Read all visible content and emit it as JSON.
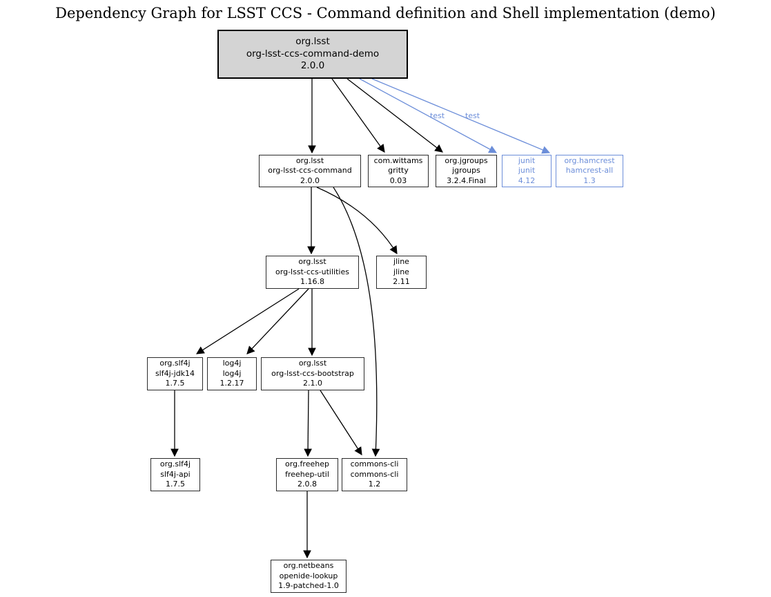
{
  "title": "Dependency Graph for LSST CCS - Command definition and Shell implementation (demo)",
  "colors": {
    "root_fill": "#d4d4d4",
    "node_border": "#2b2b2b",
    "edge": "#000000",
    "test_scope": "#6c8ed9"
  },
  "nodes": {
    "demo": {
      "group": "org.lsst",
      "artifact": "org-lsst-ccs-command-demo",
      "version": "2.0.0"
    },
    "command": {
      "group": "org.lsst",
      "artifact": "org-lsst-ccs-command",
      "version": "2.0.0"
    },
    "gritty": {
      "group": "com.wittams",
      "artifact": "gritty",
      "version": "0.03"
    },
    "jgroups": {
      "group": "org.jgroups",
      "artifact": "jgroups",
      "version": "3.2.4.Final"
    },
    "junit": {
      "group": "junit",
      "artifact": "junit",
      "version": "4.12"
    },
    "hamcrest": {
      "group": "org.hamcrest",
      "artifact": "hamcrest-all",
      "version": "1.3"
    },
    "utilities": {
      "group": "org.lsst",
      "artifact": "org-lsst-ccs-utilities",
      "version": "1.16.8"
    },
    "jline": {
      "group": "jline",
      "artifact": "jline",
      "version": "2.11"
    },
    "slf4j_jdk14": {
      "group": "org.slf4j",
      "artifact": "slf4j-jdk14",
      "version": "1.7.5"
    },
    "log4j": {
      "group": "log4j",
      "artifact": "log4j",
      "version": "1.2.17"
    },
    "bootstrap": {
      "group": "org.lsst",
      "artifact": "org-lsst-ccs-bootstrap",
      "version": "2.1.0"
    },
    "slf4j_api": {
      "group": "org.slf4j",
      "artifact": "slf4j-api",
      "version": "1.7.5"
    },
    "freehep": {
      "group": "org.freehep",
      "artifact": "freehep-util",
      "version": "2.0.8"
    },
    "commons_cli": {
      "group": "commons-cli",
      "artifact": "commons-cli",
      "version": "1.2"
    },
    "netbeans": {
      "group": "org.netbeans",
      "artifact": "openide-lookup",
      "version": "1.9-patched-1.0"
    }
  },
  "edges": [
    {
      "from": "org-lsst-ccs-command-demo",
      "to": "org-lsst-ccs-command"
    },
    {
      "from": "org-lsst-ccs-command-demo",
      "to": "gritty"
    },
    {
      "from": "org-lsst-ccs-command-demo",
      "to": "jgroups"
    },
    {
      "from": "org-lsst-ccs-command-demo",
      "to": "junit",
      "label": "test"
    },
    {
      "from": "org-lsst-ccs-command-demo",
      "to": "hamcrest-all",
      "label": "test"
    },
    {
      "from": "org-lsst-ccs-command",
      "to": "org-lsst-ccs-utilities"
    },
    {
      "from": "org-lsst-ccs-command",
      "to": "jline"
    },
    {
      "from": "org-lsst-ccs-command",
      "to": "commons-cli"
    },
    {
      "from": "org-lsst-ccs-utilities",
      "to": "slf4j-jdk14"
    },
    {
      "from": "org-lsst-ccs-utilities",
      "to": "log4j"
    },
    {
      "from": "org-lsst-ccs-utilities",
      "to": "org-lsst-ccs-bootstrap"
    },
    {
      "from": "slf4j-jdk14",
      "to": "slf4j-api"
    },
    {
      "from": "org-lsst-ccs-bootstrap",
      "to": "freehep-util"
    },
    {
      "from": "org-lsst-ccs-bootstrap",
      "to": "commons-cli"
    },
    {
      "from": "freehep-util",
      "to": "openide-lookup"
    }
  ]
}
